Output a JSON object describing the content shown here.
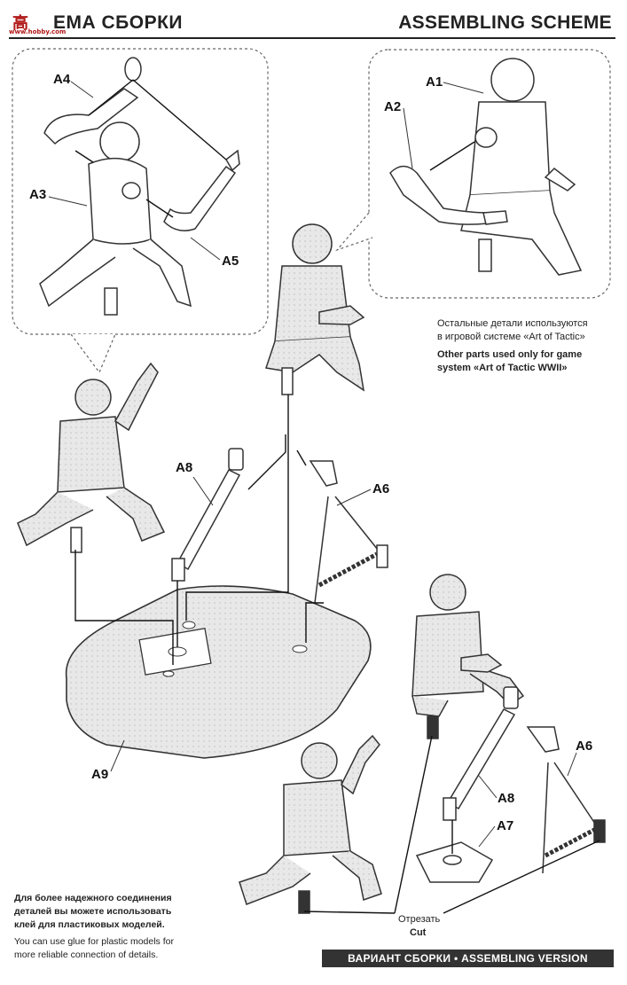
{
  "header": {
    "logo_text": "高",
    "logo_sub": "www.hobby.com",
    "title_ru": "ЕМА СБОРКИ",
    "title_en": "ASSEMBLING SCHEME"
  },
  "labels": {
    "a1": "A1",
    "a2": "A2",
    "a3": "A3",
    "a4": "A4",
    "a5": "A5",
    "a6_top": "A6",
    "a6_bottom": "A6",
    "a7": "A7",
    "a8_top": "A8",
    "a8_bottom": "A8",
    "a9": "A9"
  },
  "notes": {
    "other_parts_ru_1": "Остальные детали используются",
    "other_parts_ru_2": "в игровой системе «Art of Tactic»",
    "other_parts_en_1": "Other parts used only for game",
    "other_parts_en_2": "system «Art of Tactic WWII»",
    "glue_ru_1": "Для более надежного соединения",
    "glue_ru_2": "деталей вы можете использовать",
    "glue_ru_3": "клей для пластиковых моделей.",
    "glue_en_1": "You can use glue for plastic models for",
    "glue_en_2": "more reliable connection of details.",
    "cut_ru": "Отрезать",
    "cut_en": "Cut"
  },
  "footer": {
    "version": "ВАРИАНТ СБОРКИ  •  ASSEMBLING VERSION"
  }
}
